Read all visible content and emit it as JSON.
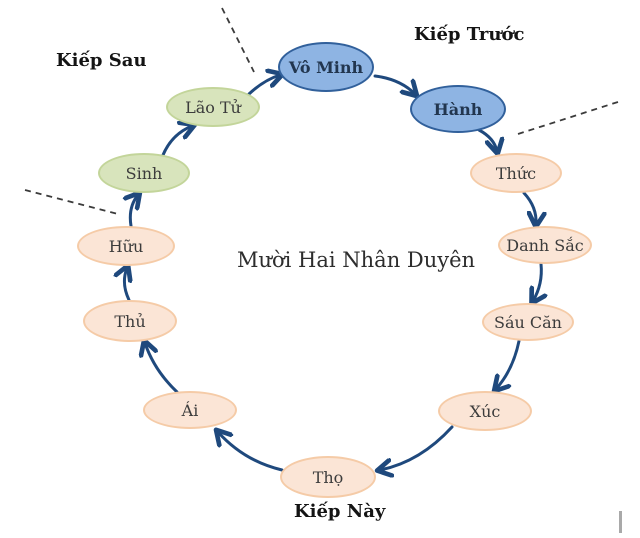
{
  "title": {
    "text": "Mười Hai Nhân Duyên"
  },
  "section_labels": {
    "previous_life": "Kiếp Trước",
    "next_life": "Kiếp Sau",
    "this_life": "Kiếp Này"
  },
  "nodes": [
    {
      "label": "Vô Minh",
      "group": "previous-life",
      "color": "blue"
    },
    {
      "label": "Hành",
      "group": "previous-life",
      "color": "blue"
    },
    {
      "label": "Thức",
      "group": "this-life",
      "color": "peach"
    },
    {
      "label": "Danh Sắc",
      "group": "this-life",
      "color": "peach"
    },
    {
      "label": "Sáu Căn",
      "group": "this-life",
      "color": "peach"
    },
    {
      "label": "Xúc",
      "group": "this-life",
      "color": "peach"
    },
    {
      "label": "Thọ",
      "group": "this-life",
      "color": "peach"
    },
    {
      "label": "Ái",
      "group": "this-life",
      "color": "peach"
    },
    {
      "label": "Thủ",
      "group": "this-life",
      "color": "peach"
    },
    {
      "label": "Hữu",
      "group": "this-life",
      "color": "peach"
    },
    {
      "label": "Sinh",
      "group": "next-life",
      "color": "green"
    },
    {
      "label": "Lão Tử",
      "group": "next-life",
      "color": "green"
    }
  ],
  "colors": {
    "node_blue_fill": "#8eb4e3",
    "node_blue_border": "#31609b",
    "node_green_fill": "#d8e4bc",
    "node_green_border": "#c3d59a",
    "node_peach_fill": "#fbe5d6",
    "node_peach_border": "#f5cba7",
    "arrow": "#1f497d",
    "divider_dash": "#3b3b3b",
    "caret": "#a9a9a9"
  }
}
